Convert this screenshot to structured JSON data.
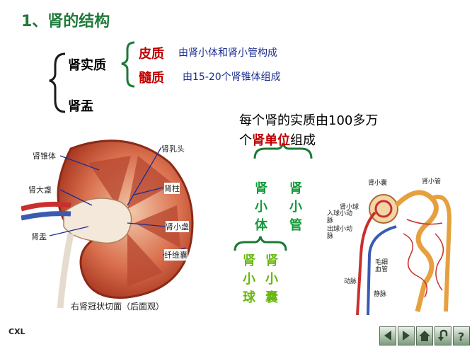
{
  "title": "1、肾的结构",
  "structure": {
    "parenchyma": "肾实质",
    "pelvis": "肾盂",
    "cortex": {
      "label": "皮质",
      "desc": "由肾小体和肾小管构成"
    },
    "medulla": {
      "label": "髓质",
      "desc": "由15-20个肾锥体组成"
    }
  },
  "unit_text": {
    "line1": "每个肾的实质由100多万",
    "line2_pre": "个",
    "line2_red": "肾单位",
    "line2_post": "组成"
  },
  "unit_parts": {
    "corpuscle": "肾小体",
    "tubule": "肾小管"
  },
  "corpuscle_parts": {
    "glomerulus": "肾小球",
    "capsule": "肾小囊"
  },
  "kidney_labels": {
    "pyramid": "肾锥体",
    "major_calyx": "肾大盏",
    "pelvis": "肾盂",
    "papilla": "肾乳头",
    "column": "肾柱",
    "minor_calyx": "肾小盏",
    "capsule": "纤维囊",
    "caption": "右肾冠状切面（后面观）"
  },
  "nephron_labels": {
    "capsule": "肾小囊",
    "tubule": "肾小管",
    "glomerulus": "肾小球",
    "afferent": "入球小动脉",
    "efferent": "出球小动脉",
    "capillary": "毛细血管",
    "artery": "动脉",
    "vein": "静脉"
  },
  "footer": "CXL",
  "colors": {
    "title": "#1f7a3a",
    "red": "#c00000",
    "blue_text": "#1b2d8f",
    "green": "#129a3a",
    "lime": "#68b80f"
  }
}
